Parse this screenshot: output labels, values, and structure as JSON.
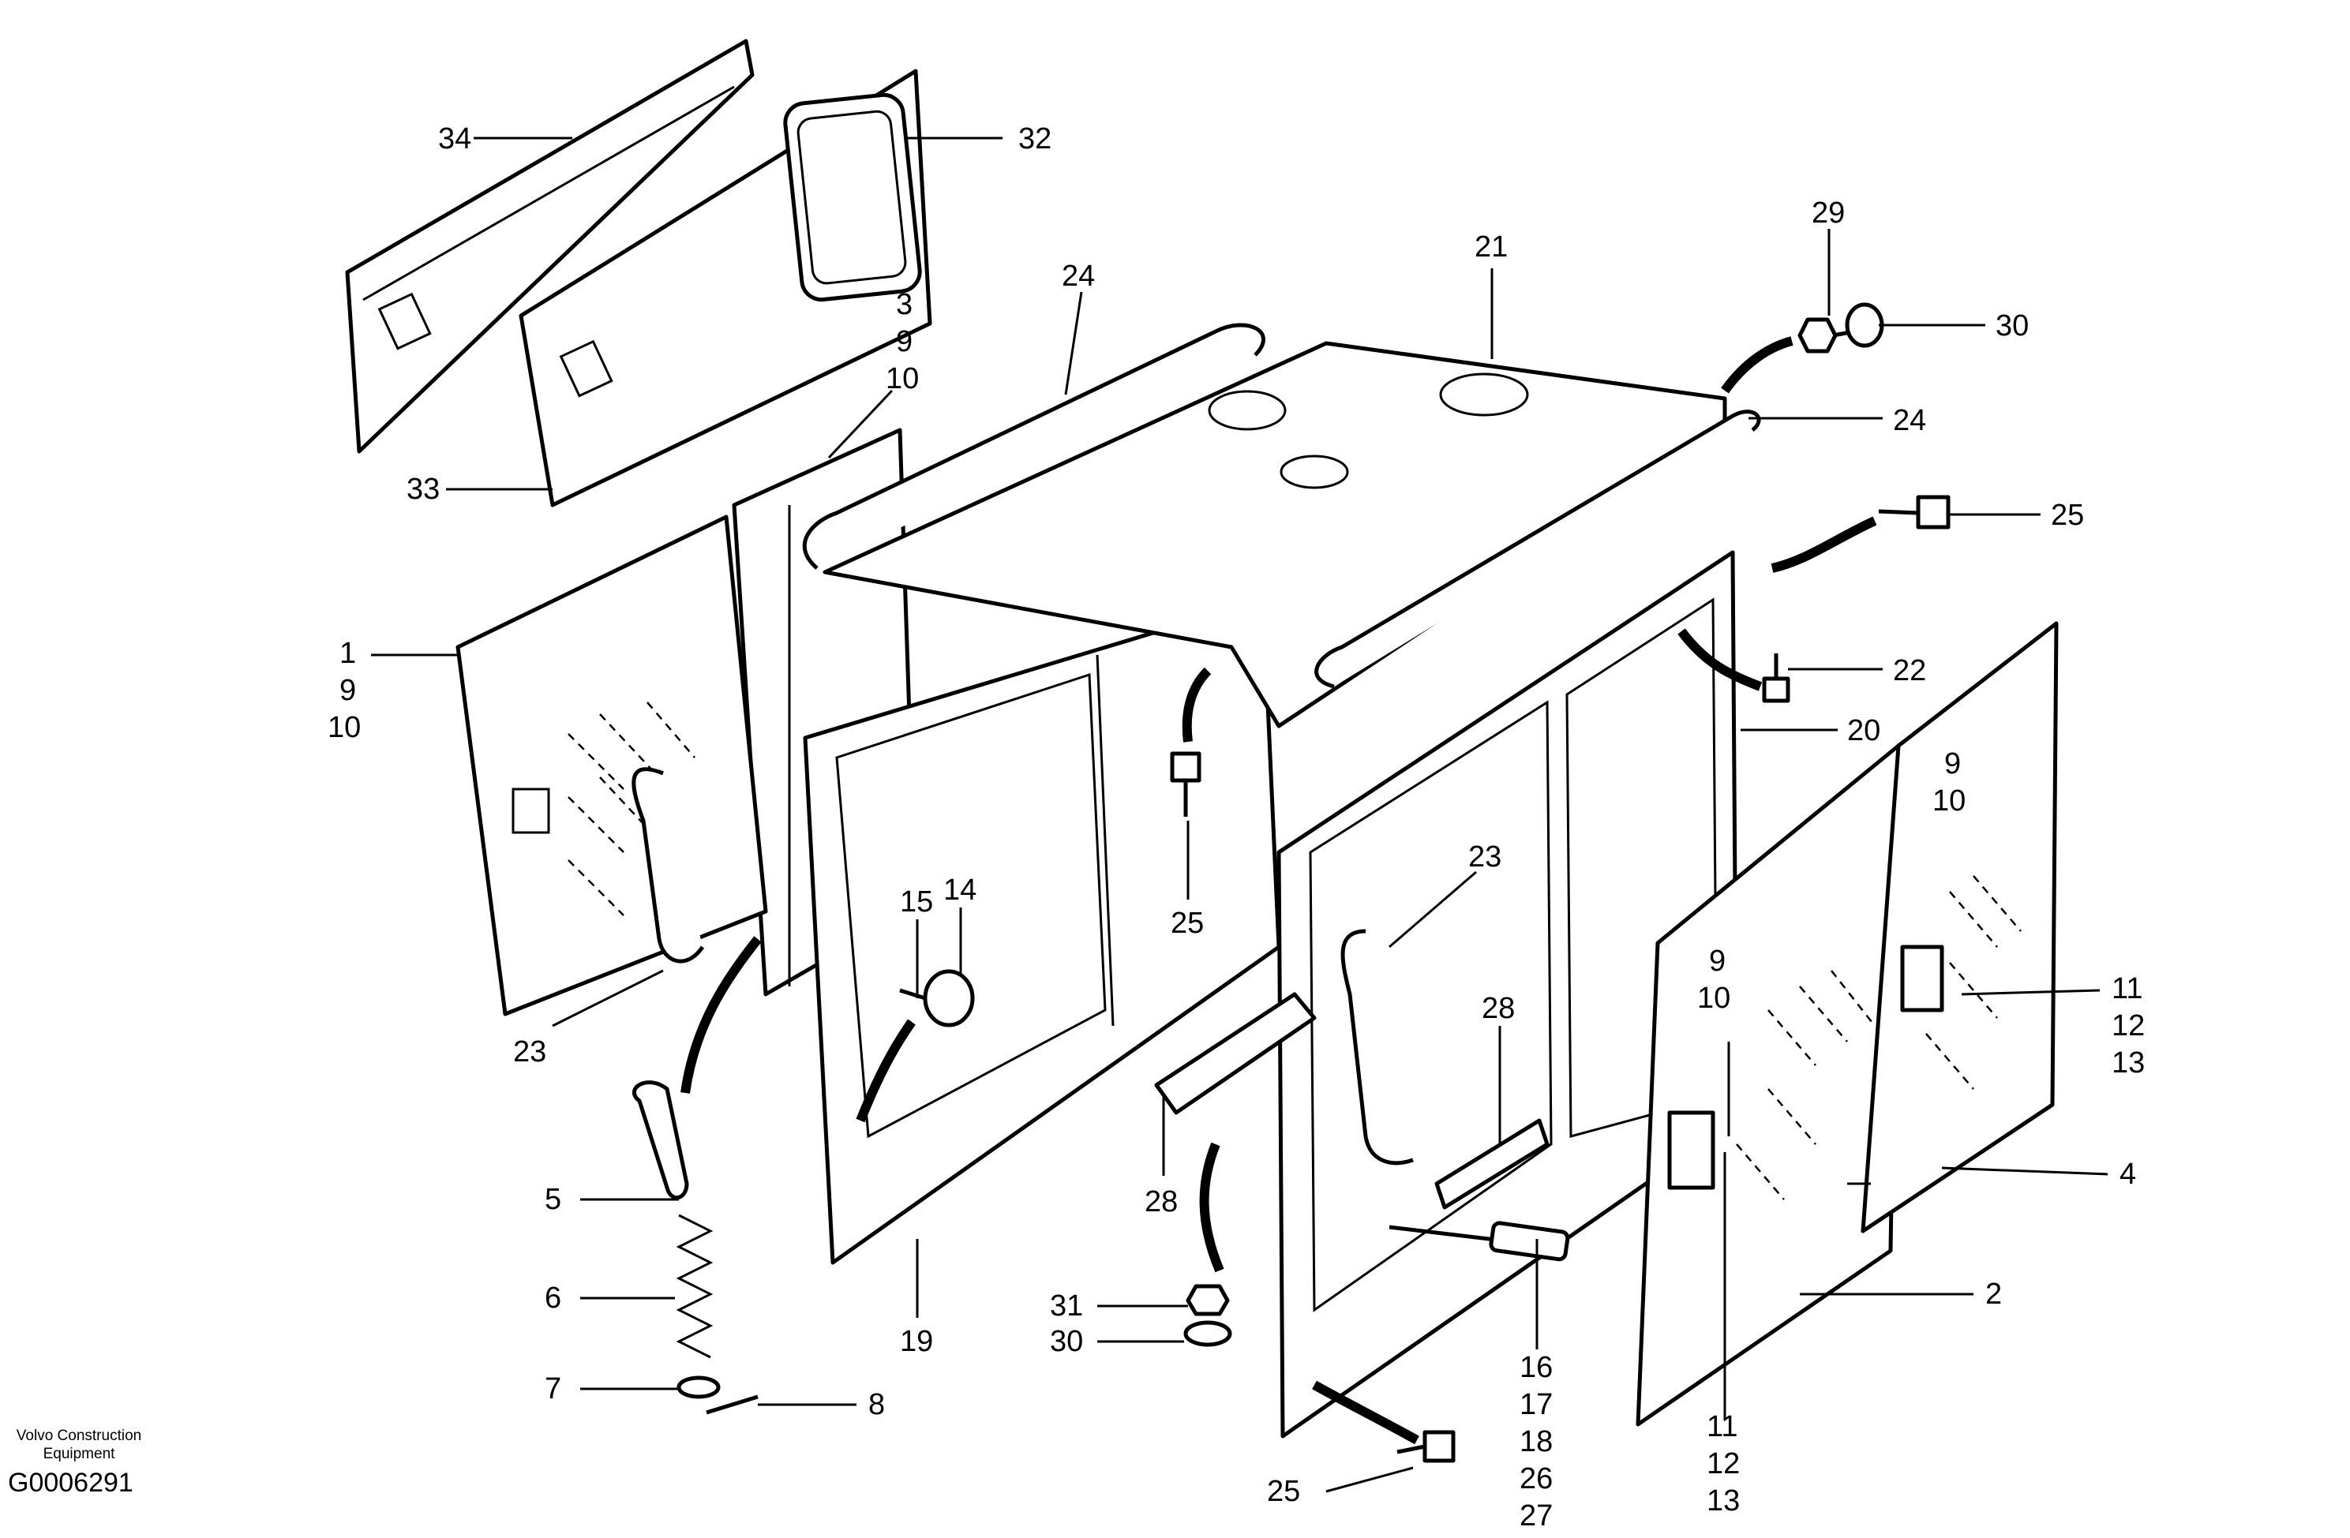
{
  "callouts": {
    "c34": "34",
    "c32": "32",
    "c33": "33",
    "c3": "3",
    "c9a": "9",
    "c10a": "10",
    "c24a": "24",
    "c21": "21",
    "c29": "29",
    "c30a": "30",
    "c24b": "24",
    "c25a": "25",
    "c22": "22",
    "c20": "20",
    "c1": "1",
    "c9b": "9",
    "c10b": "10",
    "c25b": "25",
    "c15": "15",
    "c14": "14",
    "c23a": "23",
    "c23b": "23",
    "c28a": "28",
    "c28b": "28",
    "c9c": "9",
    "c10c": "10",
    "c9d": "9",
    "c10d": "10",
    "c11a": "11",
    "c12a": "12",
    "c13a": "13",
    "c5": "5",
    "c6": "6",
    "c7": "7",
    "c8": "8",
    "c19": "19",
    "c31": "31",
    "c30b": "30",
    "c16": "16",
    "c17": "17",
    "c18": "18",
    "c26": "26",
    "c27": "27",
    "c4": "4",
    "c2": "2",
    "c11b": "11",
    "c12b": "12",
    "c13b": "13",
    "c25c": "25"
  },
  "footer": {
    "company_line1": "Volvo Construction",
    "company_line2": "Equipment",
    "figure_id": "G0006291"
  }
}
